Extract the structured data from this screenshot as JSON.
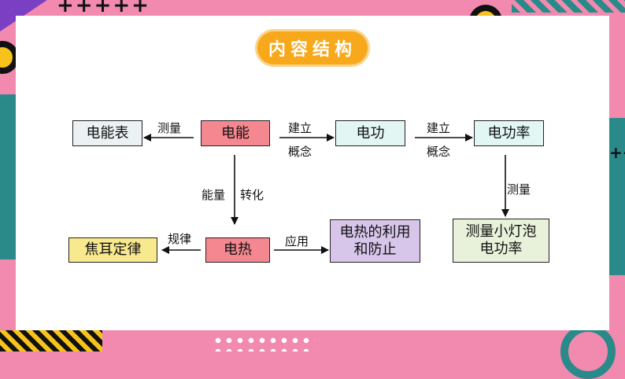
{
  "title": "内容结构",
  "colors": {
    "background": "#f28ab0",
    "title_pill": "#f7a81b",
    "pink_box": "#f4878f",
    "teal_box": "#e2f6f4",
    "light_box": "#ecf1f3",
    "yellow_box": "#f8e88e",
    "purple_box": "#d7c6ea",
    "green_box": "#e8f2da",
    "teal_band": "#2a8a8a"
  },
  "nodes": {
    "diannengbiao": "电能表",
    "dianneng": "电能",
    "diangong": "电功",
    "diangonglv": "电功率",
    "jiaoer": "焦耳定律",
    "dianre": "电热",
    "liyong": "电热的利用和防止",
    "celiang_deng": "测量小灯泡电功率"
  },
  "edges": {
    "celiang1": "测量",
    "jianli1": "建立",
    "gainian1": "概念",
    "jianli2": "建立",
    "gainian2": "概念",
    "nengliang": "能量",
    "zhuanhua": "转化",
    "celiang2": "测量",
    "guilv": "规律",
    "yingyong": "应用"
  },
  "decor": {
    "plus_top": "+++++",
    "plus_right": "++"
  }
}
